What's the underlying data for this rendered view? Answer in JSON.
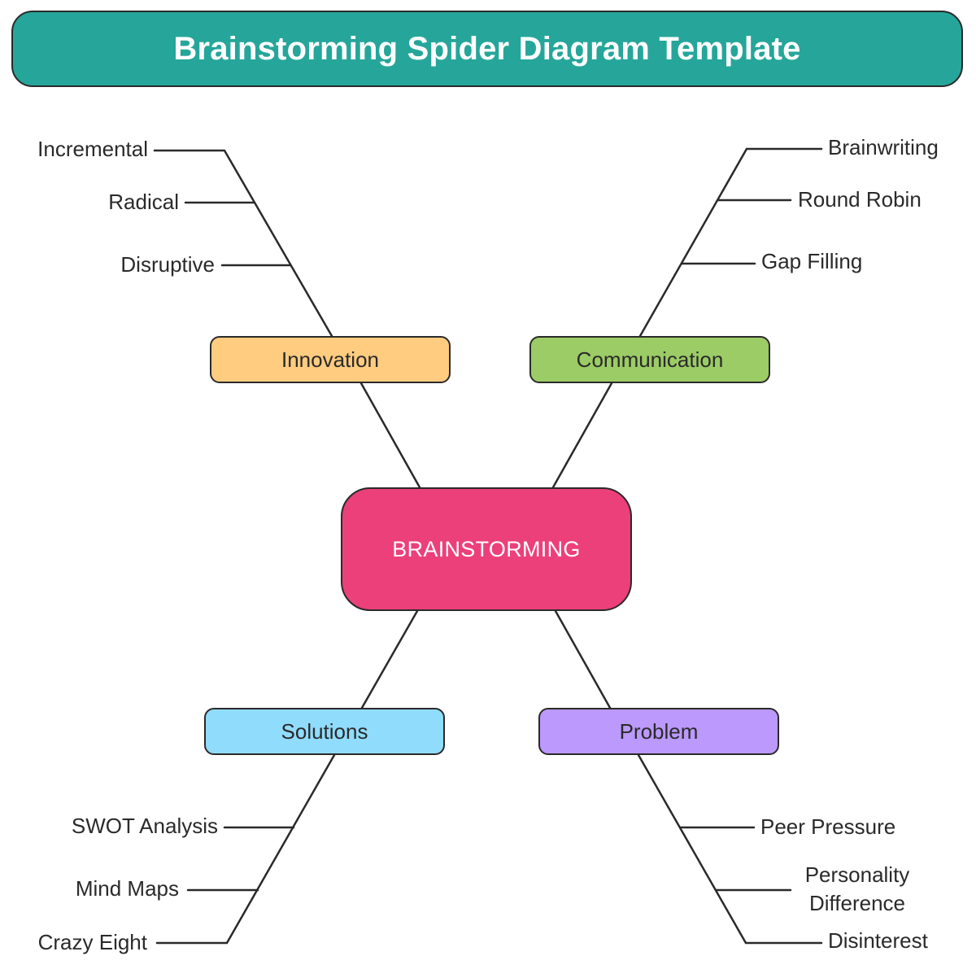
{
  "title": "Brainstorming Spider Diagram Template",
  "colors": {
    "title_bg": "#26a69a",
    "center": "#ec407a",
    "innovation": "#ffcc80",
    "communication": "#9ccc65",
    "solutions": "#90dcfc",
    "problem": "#bb99fd",
    "line": "#2a2a2a"
  },
  "center": {
    "label": "BRAINSTORMING"
  },
  "branches": {
    "innovation": {
      "label": "Innovation",
      "leaves": [
        "Incremental",
        "Radical",
        "Disruptive"
      ]
    },
    "communication": {
      "label": "Communication",
      "leaves": [
        "Brainwriting",
        "Round Robin",
        "Gap Filling"
      ]
    },
    "solutions": {
      "label": "Solutions",
      "leaves": [
        "SWOT Analysis",
        "Mind Maps",
        "Crazy Eight"
      ]
    },
    "problem": {
      "label": "Problem",
      "leaves": [
        "Peer Pressure",
        "Personality",
        "Difference",
        "Disinterest"
      ]
    }
  }
}
